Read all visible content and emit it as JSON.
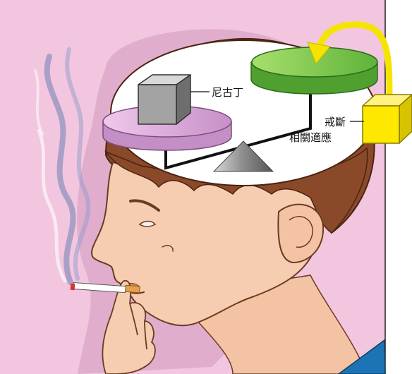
{
  "labels": {
    "nicotine": "尼古丁",
    "withdrawal": "戒斷",
    "adaptation": "相關適應"
  },
  "colors": {
    "background_pink": "#f2c6de",
    "skin": "#f6cdb0",
    "hair": "#8a4a2a",
    "green_disc": "#7ec84a",
    "pink_disc": "#d9a7d6",
    "gray_cube": "#9a9a9a",
    "yellow_cube": "#ffe800",
    "arrow_yellow": "#f5e400",
    "collar_blue": "#1d74b5"
  },
  "icons": [
    "cigarette-icon",
    "smoke-icon",
    "balance-scale-icon",
    "curved-arrow-icon"
  ]
}
